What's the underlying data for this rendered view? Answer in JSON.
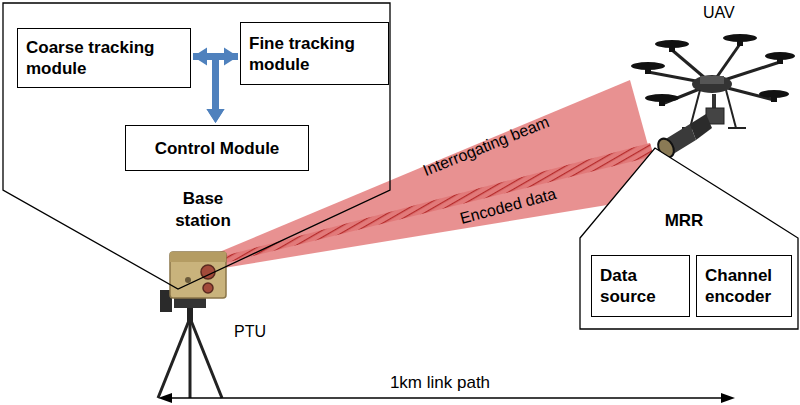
{
  "diagram": {
    "nodes": [
      {
        "text": [
          "Base station"
        ]
      },
      {
        "text": [
          "Coarse tracking module"
        ],
        "in": 0
      },
      {
        "text": [
          "Fine tracking module"
        ],
        "in": 0
      },
      {
        "text": [
          "Control Module"
        ],
        "in": 0
      },
      {
        "text": [
          "MRR"
        ]
      },
      {
        "text": [
          "Data source"
        ],
        "in": 4
      },
      {
        "text": [
          "Channel encoder"
        ],
        "in": 4
      }
    ],
    "edges": [
      {
        "from": 1,
        "to": 2,
        "arrow": "both"
      },
      {
        "from": 1,
        "to": 3,
        "arrow": "to"
      },
      {
        "from": 2,
        "to": 3,
        "arrow": "to"
      }
    ],
    "labels": [
      "UAV",
      "PTU",
      "Interrogating beam",
      "Encoded data",
      "1km link path"
    ]
  }
}
